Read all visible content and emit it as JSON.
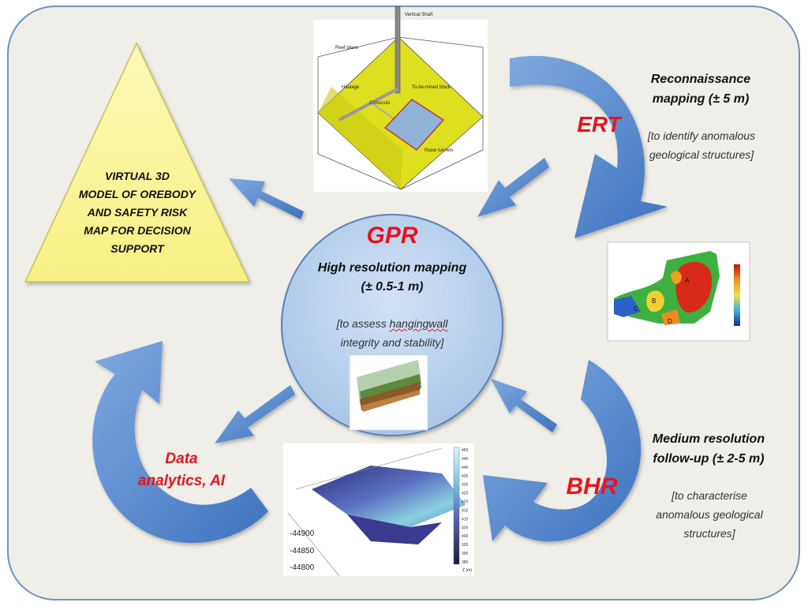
{
  "triangle": {
    "lines": [
      "VIRTUAL 3D",
      "MODEL OF OREBODY",
      "AND SAFETY RISK",
      "MAP FOR DECISION",
      "SUPPORT"
    ]
  },
  "center": {
    "title": "GPR",
    "subtitle_line1": "High resolution mapping",
    "subtitle_line2": "(± 0.5-1 m)",
    "note_line1_pre": "[to assess ",
    "note_line1_word": "hangingwall",
    "note_line2": "integrity and stability]"
  },
  "ert": {
    "label": "ERT",
    "heading_line1": "Reconnaissance",
    "heading_line2": "mapping (± 5 m)",
    "note_line1": "[to identify anomalous",
    "note_line2": "geological structures]"
  },
  "bhr": {
    "label": "BHR",
    "heading_line1": "Medium resolution",
    "heading_line2": "follow-up (± 2-5 m)",
    "note_line1": "[to characterise",
    "note_line2": "anomalous geological",
    "note_line3": "structures]"
  },
  "analytics": {
    "line1": "Data",
    "line2": "analytics, AI"
  },
  "mine_diagram": {
    "labels": [
      "Vertical Shaft",
      "Reef plane",
      "Haulage",
      "Crosscuts",
      "To-be-mined block",
      "Raise tunnels"
    ]
  },
  "ert_section": {
    "zones": [
      "A",
      "B",
      "C",
      "D"
    ]
  },
  "surface_plot": {
    "y_ticks": [
      "-44900",
      "-44850",
      "-44800"
    ],
    "scale_ticks": [
      "450",
      "445",
      "440",
      "435",
      "430",
      "425",
      "420",
      "415",
      "410",
      "405",
      "400",
      "395",
      "390",
      "385"
    ],
    "scale_unit": "Z (m)"
  },
  "colors": {
    "panel_bg": "#efeee8",
    "panel_border": "#6f93bf",
    "arrow_blue": "#4f86cf",
    "triangle_fill": "#faf7a2",
    "circle_fill": "#bdd4ee",
    "label_red": "#e8141c"
  }
}
